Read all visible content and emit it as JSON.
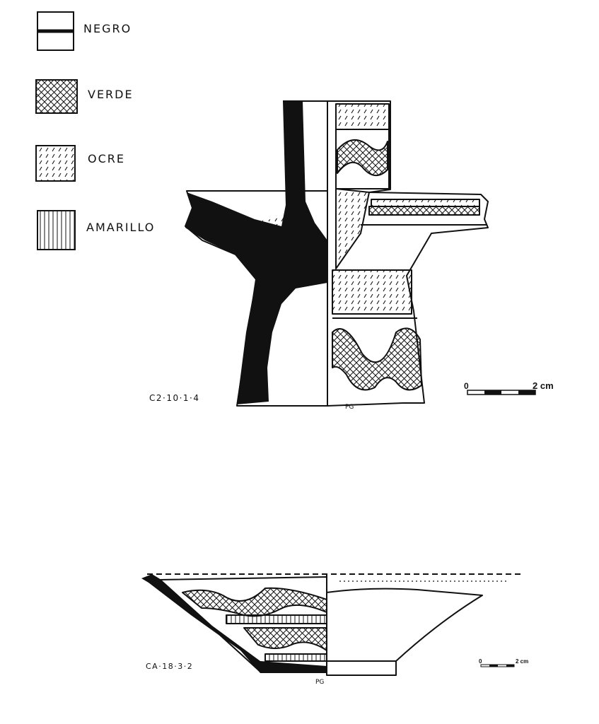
{
  "legend": {
    "items": [
      {
        "key": "negro",
        "label": "NEGRO",
        "pattern": "solid-band"
      },
      {
        "key": "verde",
        "label": "VERDE",
        "pattern": "crosshatch"
      },
      {
        "key": "ocre",
        "label": "OCRE",
        "pattern": "dashes"
      },
      {
        "key": "amarillo",
        "label": "AMARILLO",
        "pattern": "vertical-lines"
      }
    ]
  },
  "figure1": {
    "label": "C2·10·1·4",
    "initials": "PG",
    "scale": {
      "zero": "0",
      "end": "2 cm"
    }
  },
  "figure2": {
    "label": "CA·18·3·2",
    "initials": "PG",
    "scale": {
      "zero": "0",
      "end": "2 cm"
    }
  },
  "colors": {
    "ink": "#111111",
    "paper": "#ffffff"
  }
}
